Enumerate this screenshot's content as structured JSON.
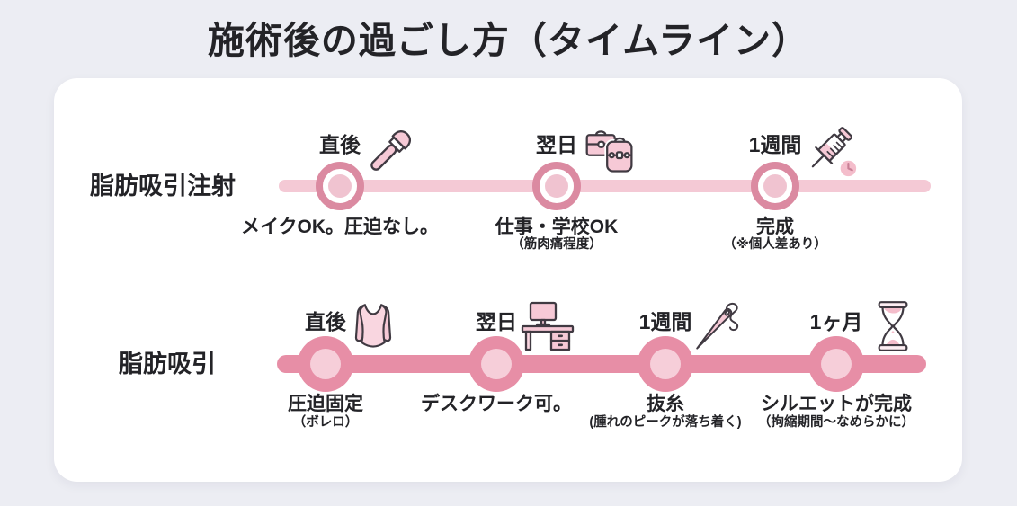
{
  "title": "施術後の過ごし方（タイムライン）",
  "colors": {
    "background": "#ecedf3",
    "card": "#ffffff",
    "text": "#232327",
    "row1_line": "#f4c9d5",
    "row1_dot_ring": "#db8aa1",
    "row1_dot_core": "#f0c3d0",
    "row2_line": "#e78ea6",
    "row2_dot_core": "#f6ced9",
    "icon_fill": "#f6c9d6",
    "icon_stroke": "#403a42"
  },
  "timelines": [
    {
      "label": "脂肪吸引注射",
      "dot_style": "ring",
      "milestones": [
        {
          "time": "直後",
          "icon": "makeup-brush",
          "caption": "メイクOK。圧迫なし。",
          "note": ""
        },
        {
          "time": "翌日",
          "icon": "briefcase-and-school-bag",
          "caption": "仕事・学校OK",
          "note": "（筋肉痛程度）"
        },
        {
          "time": "1週間",
          "icon": "syringe-with-clock",
          "caption": "完成",
          "note": "（※個人差あり）"
        }
      ]
    },
    {
      "label": "脂肪吸引",
      "dot_style": "solid",
      "milestones": [
        {
          "time": "直後",
          "icon": "compression-garment",
          "caption": "圧迫固定",
          "note": "（ボレロ）"
        },
        {
          "time": "翌日",
          "icon": "desk-with-monitor",
          "caption": "デスクワーク可。",
          "note": ""
        },
        {
          "time": "1週間",
          "icon": "needle-and-thread",
          "caption": "抜糸",
          "note": "(腫れのピークが落ち着く)"
        },
        {
          "time": "1ヶ月",
          "icon": "hourglass",
          "caption": "シルエットが完成",
          "note": "（拘縮期間〜なめらかに）"
        }
      ]
    }
  ]
}
